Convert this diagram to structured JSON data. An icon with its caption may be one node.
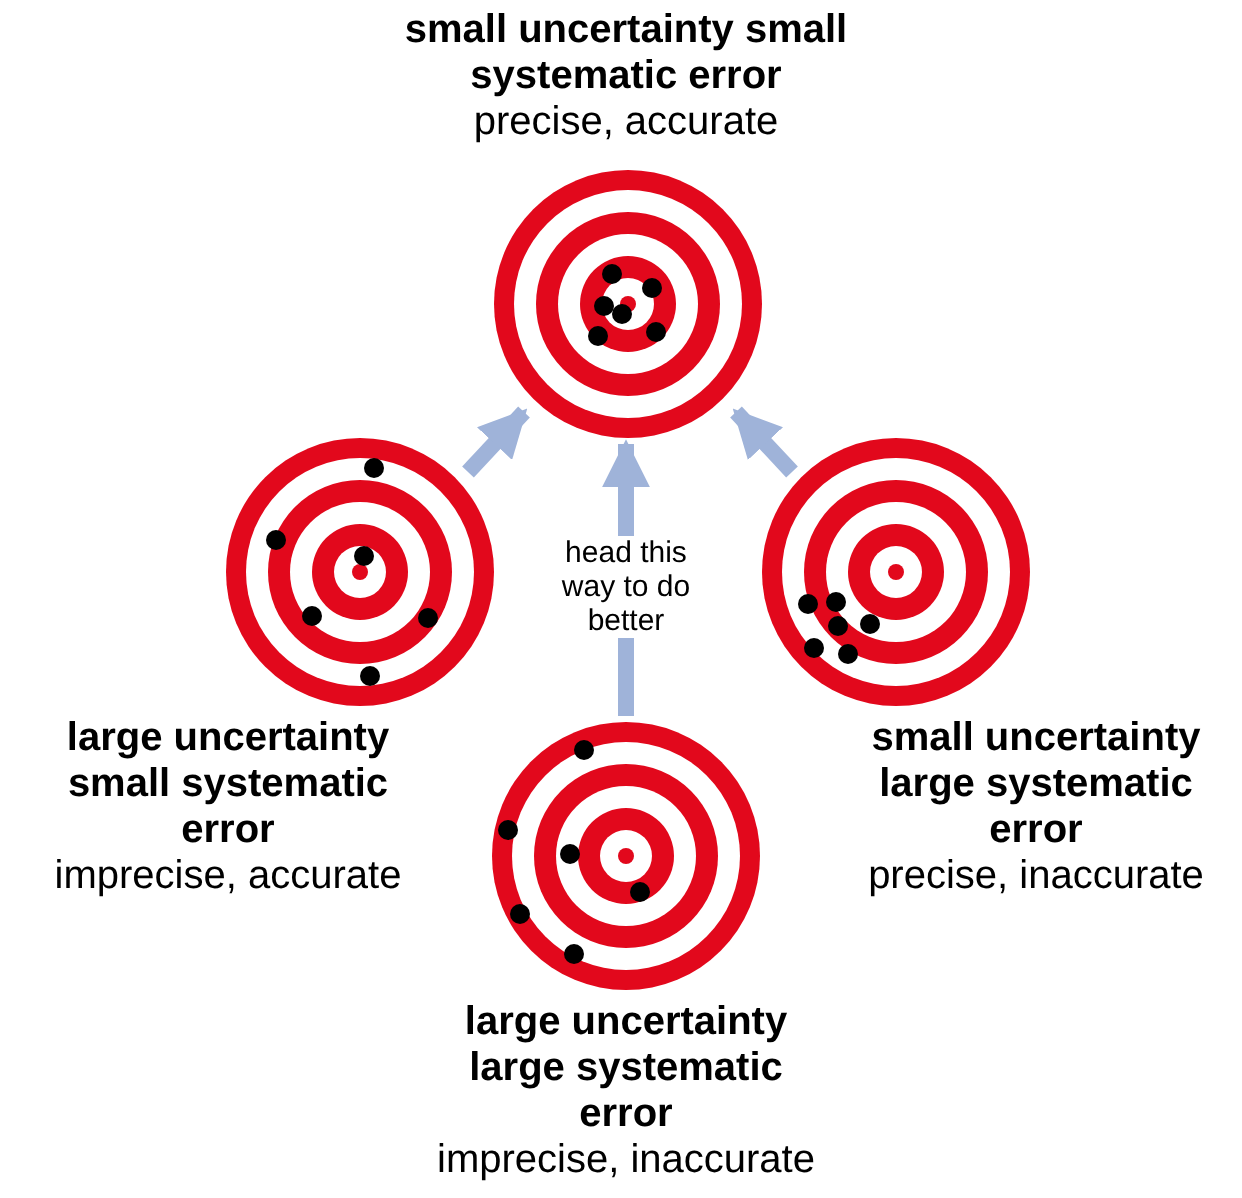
{
  "diagram": {
    "nodes": [
      {
        "text": [
          "small uncertainty small systematic error",
          "precise, accurate"
        ]
      },
      {
        "text": [
          "large uncertainty small systematic error",
          "imprecise, accurate"
        ]
      },
      {
        "text": [
          "small uncertainty large systematic error",
          "precise, inaccurate"
        ]
      },
      {
        "text": [
          "large uncertainty large systematic error",
          "imprecise, inaccurate"
        ]
      }
    ],
    "edges": [
      {
        "from": 1,
        "to": 0,
        "arrow": "to"
      },
      {
        "from": 3,
        "to": 0,
        "arrow": "to",
        "label": "head this way to do better"
      },
      {
        "from": 2,
        "to": 0,
        "arrow": "to"
      }
    ]
  }
}
